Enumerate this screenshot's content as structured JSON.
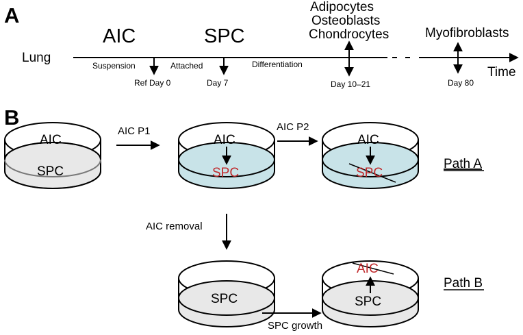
{
  "panel_a": {
    "label": "A",
    "lung": "Lung",
    "aic": "AIC",
    "spc": "SPC",
    "cells_line1": "Adipocytes",
    "cells_line2": "Osteoblasts",
    "cells_line3": "Chondrocytes",
    "myofibroblasts": "Myofibroblasts",
    "time": "Time",
    "suspension": "Suspension",
    "attached": "Attached",
    "differentiation": "Differentiation",
    "ref_day0": "Ref Day 0",
    "day7": "Day 7",
    "day10_21": "Day 10–21",
    "day80": "Day 80"
  },
  "panel_b": {
    "label": "B",
    "aic": "AIC",
    "spc": "SPC",
    "aic_p1": "AIC P1",
    "aic_p2": "AIC P2",
    "path_a": "Path A",
    "aic_removal": "AIC removal",
    "spc_growth": "SPC growth",
    "path_b": "Path B"
  },
  "colors": {
    "medium_fill": "#c8e3e8",
    "plain_fill": "#e8e8e8",
    "label_red": "#c0292b"
  }
}
